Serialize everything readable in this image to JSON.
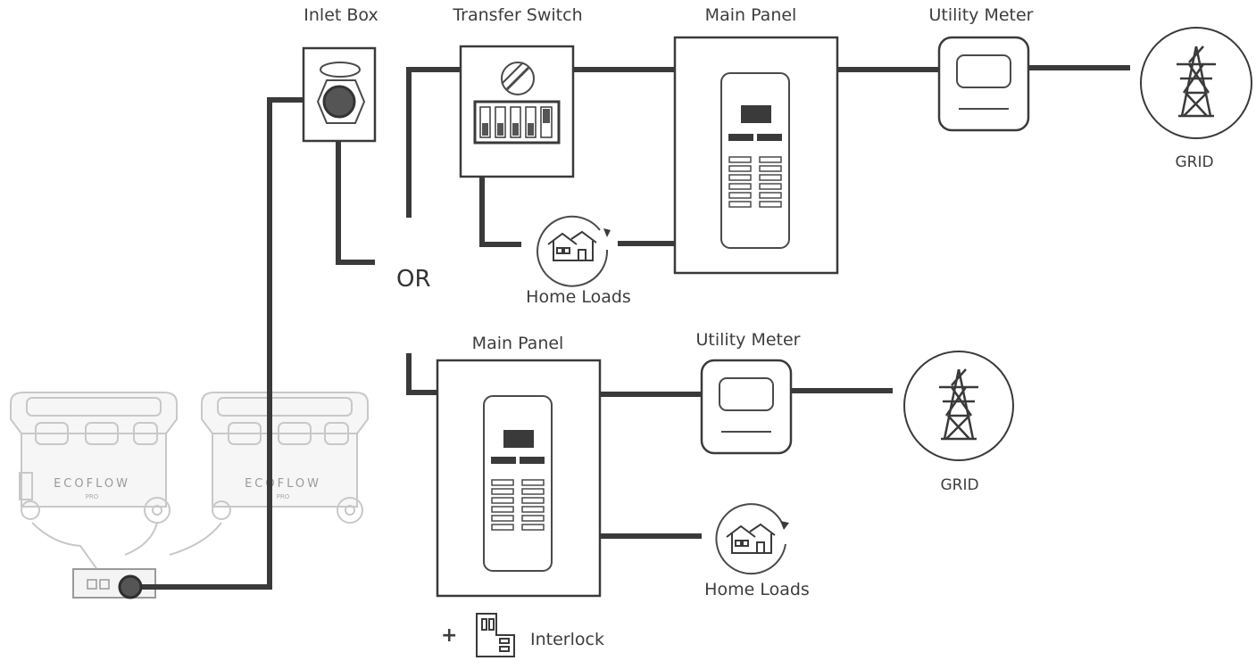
{
  "labels": {
    "inlet_box": "Inlet Box",
    "transfer_switch": "Transfer Switch",
    "main_panel_top": "Main Panel",
    "utility_meter_top": "Utility Meter",
    "grid_top": "GRID",
    "home_loads_top": "Home Loads",
    "or": "OR",
    "main_panel_bottom": "Main Panel",
    "utility_meter_bottom": "Utility Meter",
    "grid_bottom": "GRID",
    "home_loads_bottom": "Home Loads",
    "plus": "+",
    "interlock": "Interlock"
  },
  "brand": {
    "logo_text": "ECOFLOW",
    "badge_text": "PRO"
  },
  "colors": {
    "wire": "#3a3a3a",
    "outline": "#3a3a3a",
    "ghost_outline": "#c8c8c8",
    "screen_fill": "#3a3a3a",
    "inlet_socket": "#555555"
  },
  "icons": {
    "inlet_socket": "inlet-socket-icon",
    "transfer_switch_dial": "dial-icon",
    "breaker_switches": "breaker-switches-icon",
    "panel_screen": "panel-screen-icon",
    "meter_display": "meter-display-icon",
    "transmission_tower": "transmission-tower-icon",
    "home": "house-icon",
    "refresh_arrow": "circular-arrow-icon",
    "interlock_kit": "interlock-icon",
    "power_station": "power-station-icon"
  }
}
